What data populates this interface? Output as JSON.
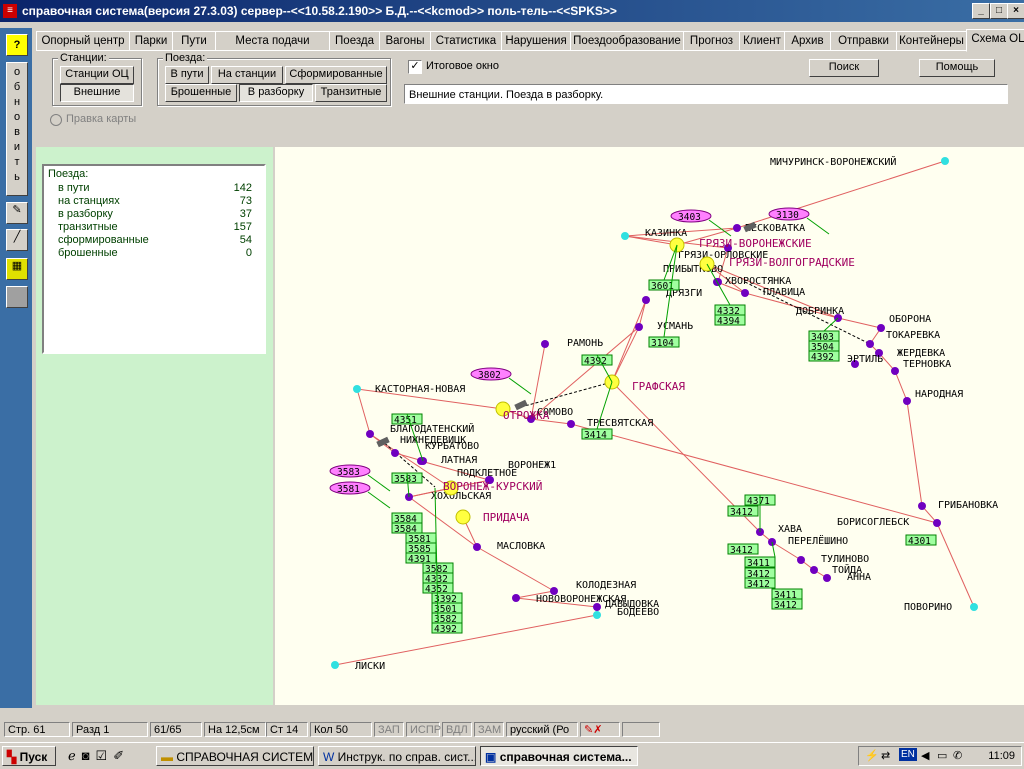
{
  "window": {
    "title": "справочная система(версия 27.3.03) сервер--<<10.58.2.190>> Б.Д.--<<kcmod>> поль-тель--<<SPKS>>",
    "min": "_",
    "max": "□",
    "close": "×"
  },
  "leftbar": {
    "help": "?",
    "refresh_letters": [
      "о",
      "б",
      "н",
      "о",
      "в",
      "и",
      "т",
      "ь"
    ]
  },
  "tabs": [
    "Опорный центр",
    "Парки",
    "Пути",
    "Места подачи",
    "Поезда",
    "Вагоны",
    "Статистика",
    "Нарушения",
    "Поездообразование",
    "Прогноз",
    "Клиент",
    "Архив",
    "Отправки",
    "Контейнеры",
    "Схема ОЦ"
  ],
  "controls": {
    "stations_label": "Станции:",
    "btn_stations_oc": "Станции ОЦ",
    "btn_external": "Внешние",
    "trains_label": "Поезда:",
    "btn_in_transit": "В пути",
    "btn_at_stations": "На станции",
    "btn_formed": "Сформированные",
    "btn_abandoned": "Брошенные",
    "btn_disassembly": "В разборку",
    "btn_transit": "Транзитные",
    "checkbox_label": "Итоговое окно",
    "btn_search": "Поиск",
    "btn_help": "Помощь",
    "status_text": "Внешние станции. Поезда в разборку.",
    "radio_label": "Правка карты"
  },
  "stats": {
    "header": "Поезда:",
    "rows": [
      {
        "label": "в пути",
        "value": "142"
      },
      {
        "label": "на станциях",
        "value": "73"
      },
      {
        "label": "в разборку",
        "value": "37"
      },
      {
        "label": "транзитные",
        "value": "157"
      },
      {
        "label": "сформированные",
        "value": "54"
      },
      {
        "label": "брошенные",
        "value": "0"
      }
    ]
  },
  "map": {
    "colors": {
      "line": "#e06060",
      "station": "#7000c0",
      "external": "#30e0e0",
      "hub": "#ffff40",
      "hub_label": "#a00060",
      "tag_bg": "#a0ffa0",
      "tag_border": "#008000",
      "oval": "#ff80ff"
    },
    "stations": [
      "МИЧУРИНСК-ВОРОНЕЖСКИЙ",
      "ПЕСКОВАТКА",
      "КАЗИНКА",
      "ГРЯЗИ-ОРЛОВСКИЕ",
      "ПРИБЫТКОВО",
      "ХВОРОСТЯНКА",
      "ПЛАВИЦА",
      "ДРЯЗГИ",
      "ДОБРИНКА",
      "ОБОРОНА",
      "УСМАНЬ",
      "ТОКАРЕВКА",
      "ЖЕРДЕВКА",
      "ЭРТИЛЬ",
      "ТЕРНОВКА",
      "РАМОНЬ",
      "НАРОДНАЯ",
      "КАСТОРНАЯ-НОВАЯ",
      "СОМОВО",
      "ТРЕСВЯТСКАЯ",
      "БЛАГОДАТЕНСКИЙ",
      "НИЖНЕДЕВИЦК",
      "КУРБАТОВО",
      "ЛАТНАЯ",
      "ПОДКЛЕТНОЕ",
      "ВОРОНЕЖ1",
      "ХОХОЛЬСКАЯ",
      "ГРИБАНОВКА",
      "БОРИСОГЛЕБСК",
      "ХАВА",
      "ПЕРЕЛЁШИНО",
      "МАСЛОВКА",
      "ТУЛИНОВО",
      "ТОЙДА",
      "АННА",
      "КОЛОДЕЗНАЯ",
      "НОВОВОРОНЕЖСКАЯ",
      "ДАВЫДОВКА",
      "БОДЕЕВО",
      "ПОВОРИНО",
      "ЛИСКИ"
    ],
    "hubs": [
      "ГРЯЗИ-ВОРОНЕЖСКИЕ",
      "ГРЯЗИ-ВОЛГОГРАДСКИЕ",
      "ГРАФСКАЯ",
      "ОТРОЖКА",
      "ВОРОНЕЖ-КУРСКИЙ",
      "ПРИДАЧА"
    ],
    "tags": [
      "3601",
      "3104",
      "4332",
      "4394",
      "3403",
      "3504",
      "4392",
      "4392",
      "3414",
      "4351",
      "3583",
      "3584",
      "3584",
      "3581",
      "3585",
      "4391",
      "3582",
      "4332",
      "4352",
      "3392",
      "3501",
      "3582",
      "4392",
      "4371",
      "3412",
      "3412",
      "3411",
      "3412",
      "3412",
      "3411",
      "3412",
      "4301"
    ],
    "ovals": [
      "3403",
      "3130",
      "3802",
      "3583",
      "3581"
    ]
  },
  "statusbar": {
    "page": "Стр. 61",
    "section": "Разд 1",
    "pages": "61/65",
    "at": "На 12,5см",
    "line": "Ст 14",
    "col": "Кол 50",
    "rec": "ЗАП",
    "fix": "ИСПР",
    "ext": "ВДЛ",
    "ovr": "ЗАМ",
    "lang": "русский (Ро"
  },
  "taskbar": {
    "start": "Пуск",
    "tasks": [
      "СПРАВОЧНАЯ СИСТЕМА",
      "Инструк. по справ. сист...",
      "справочная система..."
    ],
    "lang": "EN",
    "clock": "11:09"
  }
}
